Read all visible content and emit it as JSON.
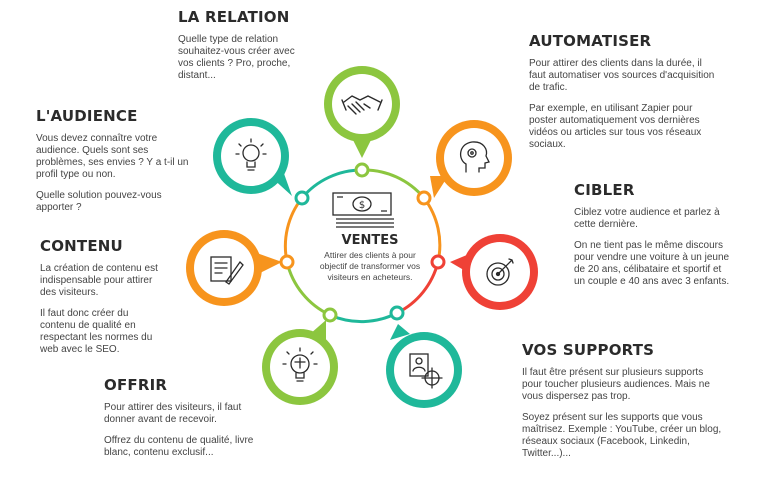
{
  "center": {
    "title": "VENTES",
    "text": "Attirer des clients à pour objectif de transformer vos visiteurs en acheteurs."
  },
  "sections": {
    "relation": {
      "title": "LA RELATION",
      "paragraphs": [
        "Quelle type de relation souhaitez-vous créer avec vos clients ? Pro, proche, distant..."
      ]
    },
    "audience": {
      "title": "L'AUDIENCE",
      "paragraphs": [
        "Vous devez connaître votre audience. Quels sont ses problèmes, ses envies ? Y a t-il un profil type ou non.",
        "Quelle solution pouvez-vous apporter ?"
      ]
    },
    "contenu": {
      "title": "CONTENU",
      "paragraphs": [
        "La création de contenu est indispensable pour attirer des visiteurs.",
        "Il faut donc créer du contenu de qualité en respectant les normes du web avec le SEO."
      ]
    },
    "offrir": {
      "title": "OFFRIR",
      "paragraphs": [
        "Pour attirer des visiteurs, il faut donner avant de recevoir.",
        "Offrez du contenu de qualité, livre blanc, contenu exclusif..."
      ]
    },
    "automatiser": {
      "title": "AUTOMATISER",
      "paragraphs": [
        "Pour attirer des clients dans la durée, il faut automatiser vos sources d'acquisition de trafic.",
        "Par exemple, en utilisant Zapier pour poster automatiquement vos dernières vidéos ou articles sur tous vos réseaux sociaux."
      ]
    },
    "cibler": {
      "title": "CIBLER",
      "paragraphs": [
        "Ciblez votre audience et parlez à cette dernière.",
        "On ne tient pas le même discours pour vendre une voiture à un jeune de 20 ans, célibataire et sportif et un couple e 40 ans avec 3 enfants."
      ]
    },
    "supports": {
      "title": "VOS SUPPORTS",
      "paragraphs": [
        "Il faut être présent sur plusieurs supports pour toucher plusieurs audiences. Mais ne vous dispersez pas trop.",
        "Soyez présent sur les supports que vous maîtrisez. Exemple : YouTube, créer un blog, réseaux sociaux (Facebook, Linkedin, Twitter...)..."
      ]
    }
  },
  "colors": {
    "green": "#8cc63f",
    "teal": "#1fb89a",
    "orange": "#f7941d",
    "red": "#ef4136",
    "dark": "#2b2b2b"
  },
  "icons": {
    "relation": "handshake-icon",
    "audience": "lightbulb-icon",
    "contenu": "writing-icon",
    "offrir": "gift-idea-icon",
    "automatiser": "head-gears-icon",
    "cibler": "target-icon",
    "supports": "profile-target-icon",
    "center": "money-stack-icon"
  }
}
